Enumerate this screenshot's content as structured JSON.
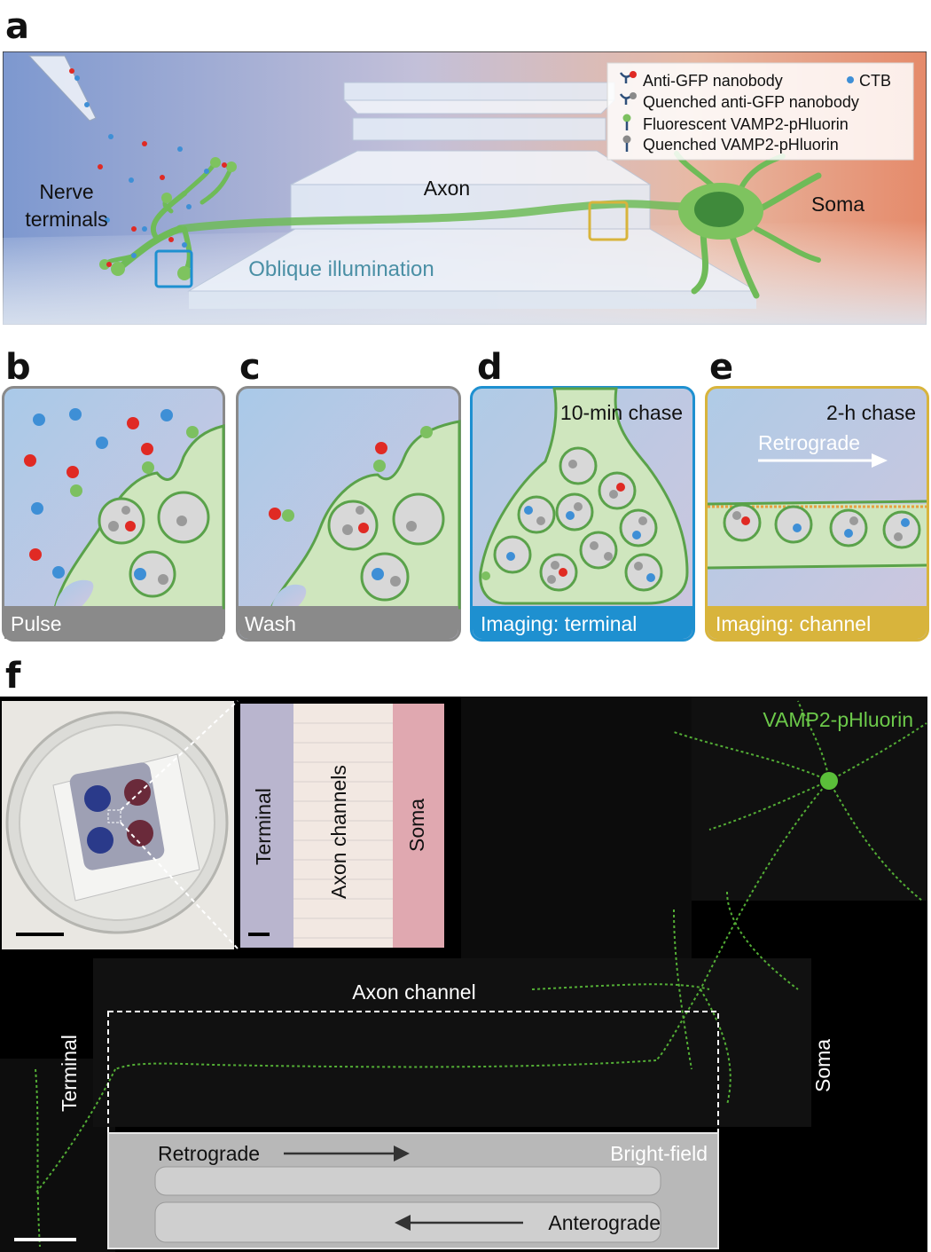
{
  "panel_labels": {
    "a": "a",
    "b": "b",
    "c": "c",
    "d": "d",
    "e": "e",
    "f": "f"
  },
  "panel_a": {
    "nerve_terminals": [
      "Nerve",
      "terminals"
    ],
    "axon": "Axon",
    "soma": "Soma",
    "oblique": "Oblique illumination",
    "legend": {
      "anti_gfp": "Anti-GFP nanobody",
      "ctb": "CTB",
      "quenched_anti_gfp": "Quenched anti-GFP nanobody",
      "fluor_vamp2": "Fluorescent VAMP2-pHluorin",
      "quenched_vamp2": "Quenched VAMP2-pHluorin"
    }
  },
  "panel_b": {
    "footer": "Pulse"
  },
  "panel_c": {
    "footer": "Wash"
  },
  "panel_d": {
    "footer": "Imaging: terminal",
    "chase": "10-min chase"
  },
  "panel_e": {
    "footer": "Imaging: channel",
    "chase": "2-h chase",
    "arrow_label": "Retrograde"
  },
  "panel_f": {
    "vamp2": "VAMP2-pHluorin",
    "inset_terminal": "Terminal",
    "inset_axon_channels": "Axon channels",
    "inset_soma": "Soma",
    "axon_channel": "Axon channel",
    "terminal": "Terminal",
    "soma": "Soma",
    "retrograde": "Retrograde",
    "anterograde": "Anterograde",
    "bright_field": "Bright-field"
  },
  "colors": {
    "axon_green": "#7cc060",
    "ctb_blue": "#3e8fd6",
    "nanobody_red": "#e02a24",
    "terminal_frame": "#1e90d0",
    "channel_frame": "#d8b43c",
    "panel_gray": "#8a8a8a"
  }
}
